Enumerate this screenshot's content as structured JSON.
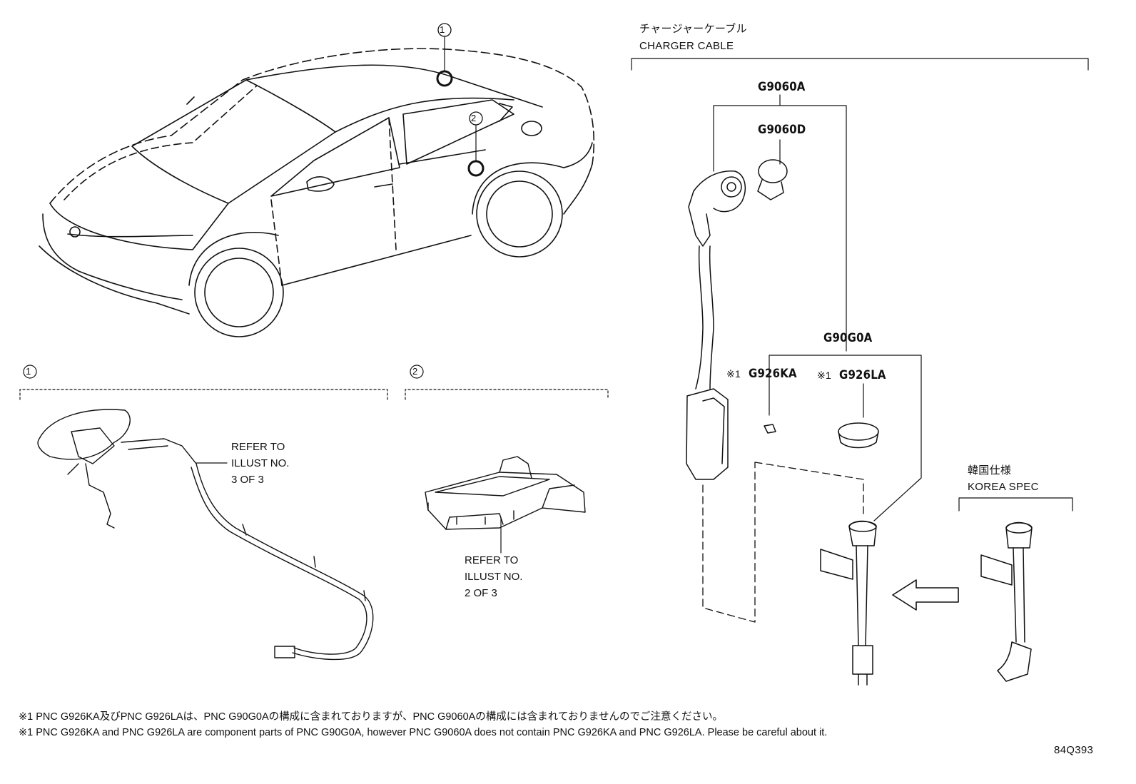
{
  "callouts": [
    "1",
    "2"
  ],
  "section_1": {
    "number": "1",
    "refer": [
      "REFER TO",
      "ILLUST NO.",
      "3 OF 3"
    ]
  },
  "section_2": {
    "number": "2",
    "refer": [
      "REFER TO",
      "ILLUST NO.",
      "2 OF 3"
    ]
  },
  "charger_cable": {
    "title_ja": "チャージャーケーブル",
    "title_en": "CHARGER CABLE"
  },
  "part_numbers": {
    "g9060a": "G9060A",
    "g9060d": "G9060D",
    "g90g0a": "G90G0A",
    "g926ka_mark": "※1",
    "g926ka": "G926KA",
    "g926la_mark": "※1",
    "g926la": "G926LA"
  },
  "korea_spec": {
    "title_ja": "韓国仕様",
    "title_en": "KOREA SPEC"
  },
  "notes": {
    "ja": "※1 PNC G926KA及びPNC G926LAは、PNC G90G0Aの構成に含まれておりますが、PNC G9060Aの構成には含まれておりませんのでご注意ください。",
    "en": "※1 PNC G926KA and PNC G926LA are component parts of PNC G90G0A, however PNC G9060A does not contain PNC G926KA and PNC G926LA. Please be careful about it."
  },
  "illustration_code": "84Q393"
}
